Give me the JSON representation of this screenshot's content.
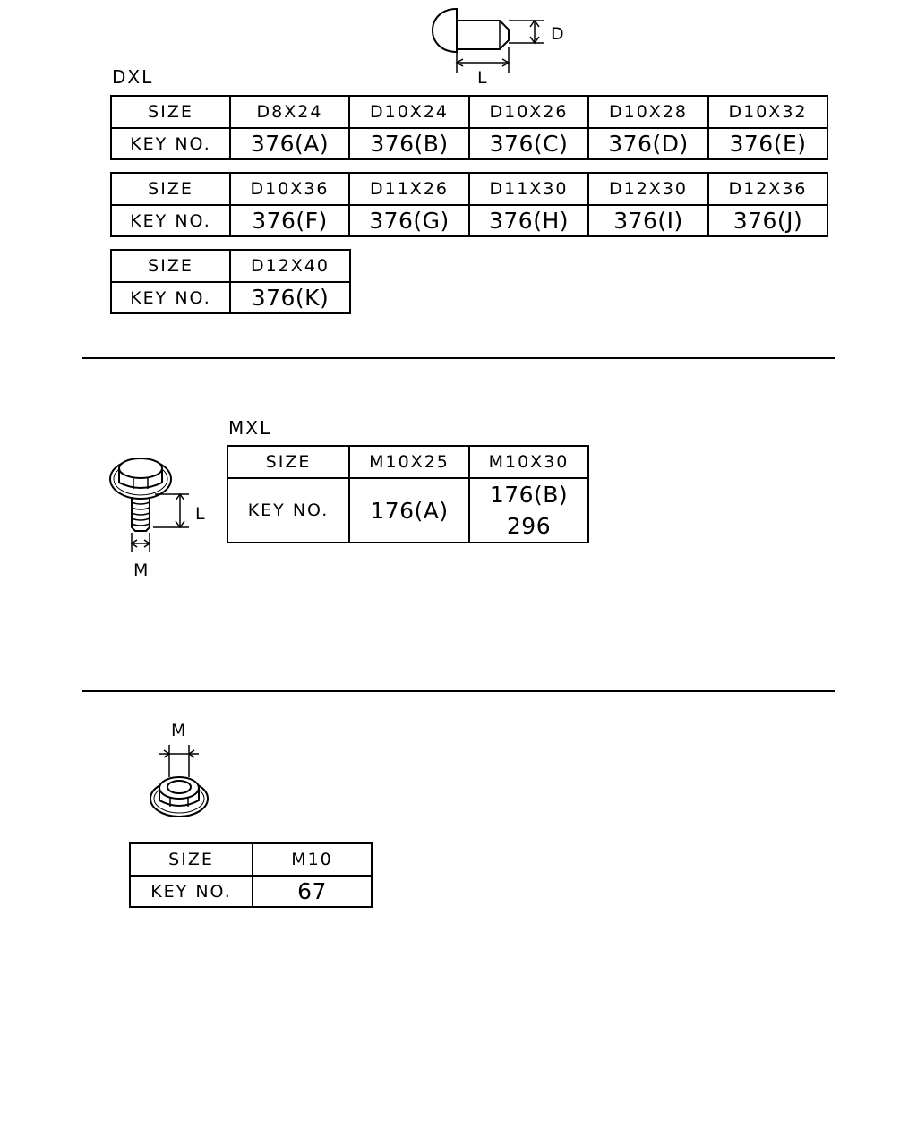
{
  "rivet": {
    "label": "DXL",
    "dim_d": "D",
    "dim_l": "L",
    "tables": [
      {
        "header": "SIZE",
        "key_label": "KEY NO.",
        "sizes": [
          "D8X24",
          "D10X24",
          "D10X26",
          "D10X28",
          "D10X32"
        ],
        "keys": [
          "376(A)",
          "376(B)",
          "376(C)",
          "376(D)",
          "376(E)"
        ]
      },
      {
        "header": "SIZE",
        "key_label": "KEY NO.",
        "sizes": [
          "D10X36",
          "D11X26",
          "D11X30",
          "D12X30",
          "D12X36"
        ],
        "keys": [
          "376(F)",
          "376(G)",
          "376(H)",
          "376(I)",
          "376(J)"
        ]
      },
      {
        "header": "SIZE",
        "key_label": "KEY NO.",
        "sizes": [
          "D12X40"
        ],
        "keys": [
          "376(K)"
        ]
      }
    ]
  },
  "bolt": {
    "label": "MXL",
    "dim_m": "M",
    "dim_l": "L",
    "table": {
      "header": "SIZE",
      "key_label": "KEY NO.",
      "sizes": [
        "M10X25",
        "M10X30"
      ],
      "keys": [
        [
          "176(A)"
        ],
        [
          "176(B)",
          "296"
        ]
      ]
    }
  },
  "nut": {
    "dim_m": "M",
    "table": {
      "header": "SIZE",
      "key_label": "KEY NO.",
      "sizes": [
        "M10"
      ],
      "keys": [
        "67"
      ]
    }
  }
}
